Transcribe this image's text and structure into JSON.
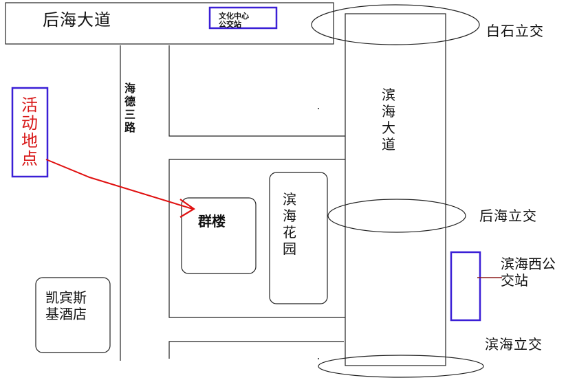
{
  "labels": {
    "houhai_avenue": "后海大道",
    "culture_center_stop": "文化中心\n公交站",
    "baishi_interchange": "白石立交",
    "haide_3rd_road": "海\n德\n三\n路",
    "event_location": "活\n动\n地\n点",
    "binhai_avenue": "滨\n海\n大\n道",
    "qunlou": "群楼",
    "binhai_garden": "滨\n海\n花\n园",
    "houhai_interchange": "后海立交",
    "binhai_west_stop": "滨海西公\n交站",
    "kempinski_hotel": "凯宾斯\n基酒店",
    "binhai_interchange": "滨海立交"
  },
  "colors": {
    "line": "#222222",
    "box_blue": "#3a1fd6",
    "arrow_red": "#e01010",
    "event_text": "#d81818",
    "connector": "#8b1a1a"
  }
}
